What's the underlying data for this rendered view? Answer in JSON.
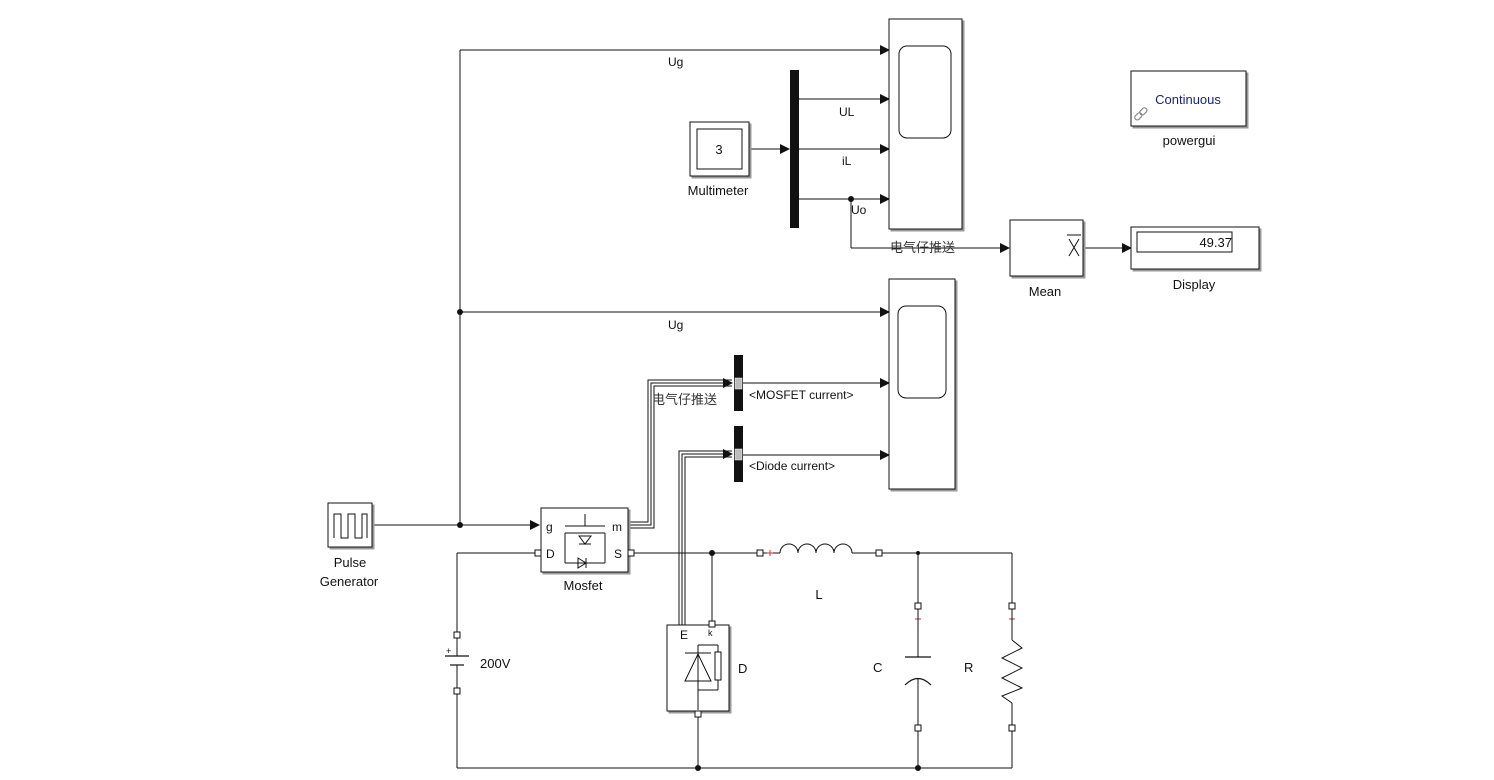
{
  "signals": {
    "ug_top": "Ug",
    "ul": "UL",
    "il": "iL",
    "uo": "Uo",
    "ug_mid": "Ug",
    "mosfet_current": "<MOSFET current>",
    "diode_current": "<Diode current>"
  },
  "watermark": "电气仔推送",
  "blocks": {
    "multimeter": {
      "value": "3",
      "label": "Multimeter"
    },
    "powergui": {
      "mode": "Continuous",
      "label": "powergui"
    },
    "mean": {
      "label": "Mean"
    },
    "display": {
      "value": "49.37",
      "label": "Display"
    },
    "pulse": {
      "label_line1": "Pulse",
      "label_line2": "Generator"
    },
    "mosfet": {
      "label": "Mosfet",
      "port_g": "g",
      "port_m": "m",
      "port_d": "D",
      "port_s": "S"
    },
    "diode": {
      "label": "D",
      "port_e": "E",
      "port_k": "k"
    },
    "source": {
      "label": "200V",
      "plus": "+"
    },
    "inductor": {
      "label": "L"
    },
    "capacitor": {
      "label": "C"
    },
    "resistor": {
      "label": "R"
    }
  }
}
